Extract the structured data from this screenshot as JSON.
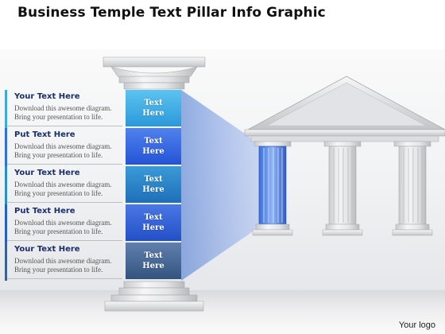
{
  "title": "Business Temple Text Pillar Info Graphic",
  "items": [
    {
      "title": "Your  Text Here",
      "desc": "Download this awesome diagram. Bring your presentation to life.",
      "accent": "#3fa9d9"
    },
    {
      "title": "Put Text Here",
      "desc": "Download this awesome diagram. Bring your presentation to life.",
      "accent": "#2f6fe0"
    },
    {
      "title": "Your  Text Here",
      "desc": "Download this awesome diagram. Bring your presentation to life.",
      "accent": "#2a8fc7"
    },
    {
      "title": "Put Text Here",
      "desc": "Download this awesome diagram. Bring your presentation to life.",
      "accent": "#2260c9"
    },
    {
      "title": "Your  Text Here",
      "desc": "Download this awesome diagram. Bring your presentation to life.",
      "accent": "#3d5f92"
    }
  ],
  "blocks": [
    {
      "label": "Text Here",
      "color_top": "#5cc4f0",
      "color_bottom": "#2b98d9"
    },
    {
      "label": "Text Here",
      "color_top": "#4f82ee",
      "color_bottom": "#2553d6"
    },
    {
      "label": "Text Here",
      "color_top": "#3a9ad8",
      "color_bottom": "#1f6fb8"
    },
    {
      "label": "Text Here",
      "color_top": "#4a78e6",
      "color_bottom": "#2350c6"
    },
    {
      "label": "Text Here",
      "color_top": "#607fae",
      "color_bottom": "#34547f"
    }
  ],
  "logo": "Your logo"
}
